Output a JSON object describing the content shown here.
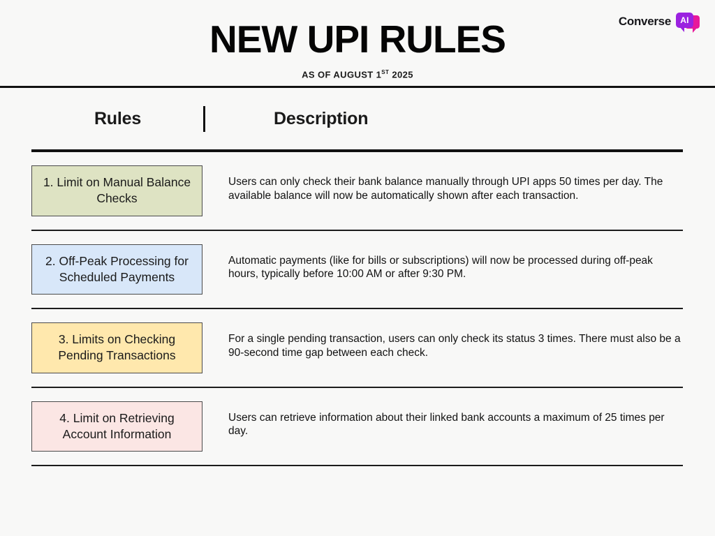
{
  "brand": {
    "name": "Converse",
    "mark_label": "AI",
    "mark_color": "#9b22e0",
    "mark_accent_color": "#e8189b"
  },
  "header": {
    "title": "NEW UPI RULES",
    "subtitle_prefix": "AS OF AUGUST 1",
    "subtitle_ordinal": "ST",
    "subtitle_suffix": " 2025"
  },
  "table": {
    "columns": {
      "rules": "Rules",
      "description": "Description"
    },
    "rows": [
      {
        "rule": "1. Limit on Manual Balance Checks",
        "color": "#dee3c3",
        "description": "Users can only check their bank balance manually through UPI apps 50 times per day. The available balance will now be automatically shown after each transaction."
      },
      {
        "rule": "2. Off-Peak Processing for Scheduled Payments",
        "color": "#d8e7f9",
        "description": "Automatic payments (like for bills or subscriptions) will now be processed during off-peak hours, typically before 10:00 AM or after 9:30 PM."
      },
      {
        "rule": "3. Limits on Checking Pending Transactions",
        "color": "#ffe8ad",
        "description": "For a single pending transaction, users can only check its status 3 times. There must also be a 90-second time gap between each check."
      },
      {
        "rule": "4. Limit on Retrieving Account Information",
        "color": "#fbe6e4",
        "description": "Users can retrieve information about their linked bank accounts a maximum of 25 times per day."
      }
    ]
  }
}
